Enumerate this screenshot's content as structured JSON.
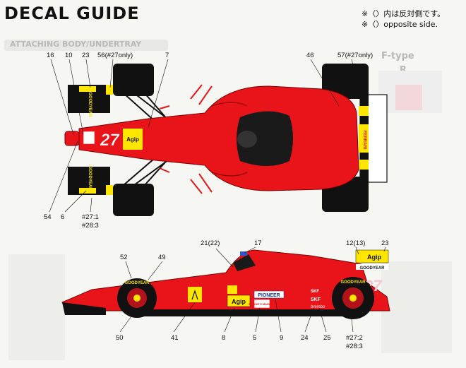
{
  "title": "DECAL GUIDE",
  "notes": {
    "line1": "※〈〉内は反対側です。",
    "line2": "※〈〉opposite side."
  },
  "faint_text": {
    "header": "ATTACHING BODY/UNDERTRAY",
    "sub": "F-type",
    "mark": "R"
  },
  "livery": {
    "car_number": "27",
    "sponsor_goodyear": "GOODYEAR",
    "sponsor_agip": "Agip",
    "sponsor_pioneer": "PIONEER",
    "sponsor_magneti": "MAGNETI MARELLI",
    "sponsor_skf": "SKF",
    "sponsor_brembo": "brembo",
    "sponsor_ferrari": "FERRARI"
  },
  "colors": {
    "body_red": "#e8141a",
    "decal_yellow": "#ffe600",
    "black": "#111111"
  },
  "callouts_top": {
    "c16": "16",
    "c10": "10",
    "c23": "23",
    "c56": "56(#27only)",
    "c7": "7",
    "c46": "46",
    "c57": "57(#27only)",
    "c54": "54",
    "c6": "6",
    "c27a": "#27:1",
    "c28a": "#28:3"
  },
  "callouts_side": {
    "c21": "21(22)",
    "c17": "17",
    "c12": "12(13)",
    "c23": "23",
    "c52": "52",
    "c49": "49",
    "c50": "50",
    "c41": "41",
    "c8": "8",
    "c5": "5",
    "c9": "9",
    "c24": "24",
    "c25": "25",
    "c27b": "#27:2",
    "c28b": "#28:3"
  }
}
